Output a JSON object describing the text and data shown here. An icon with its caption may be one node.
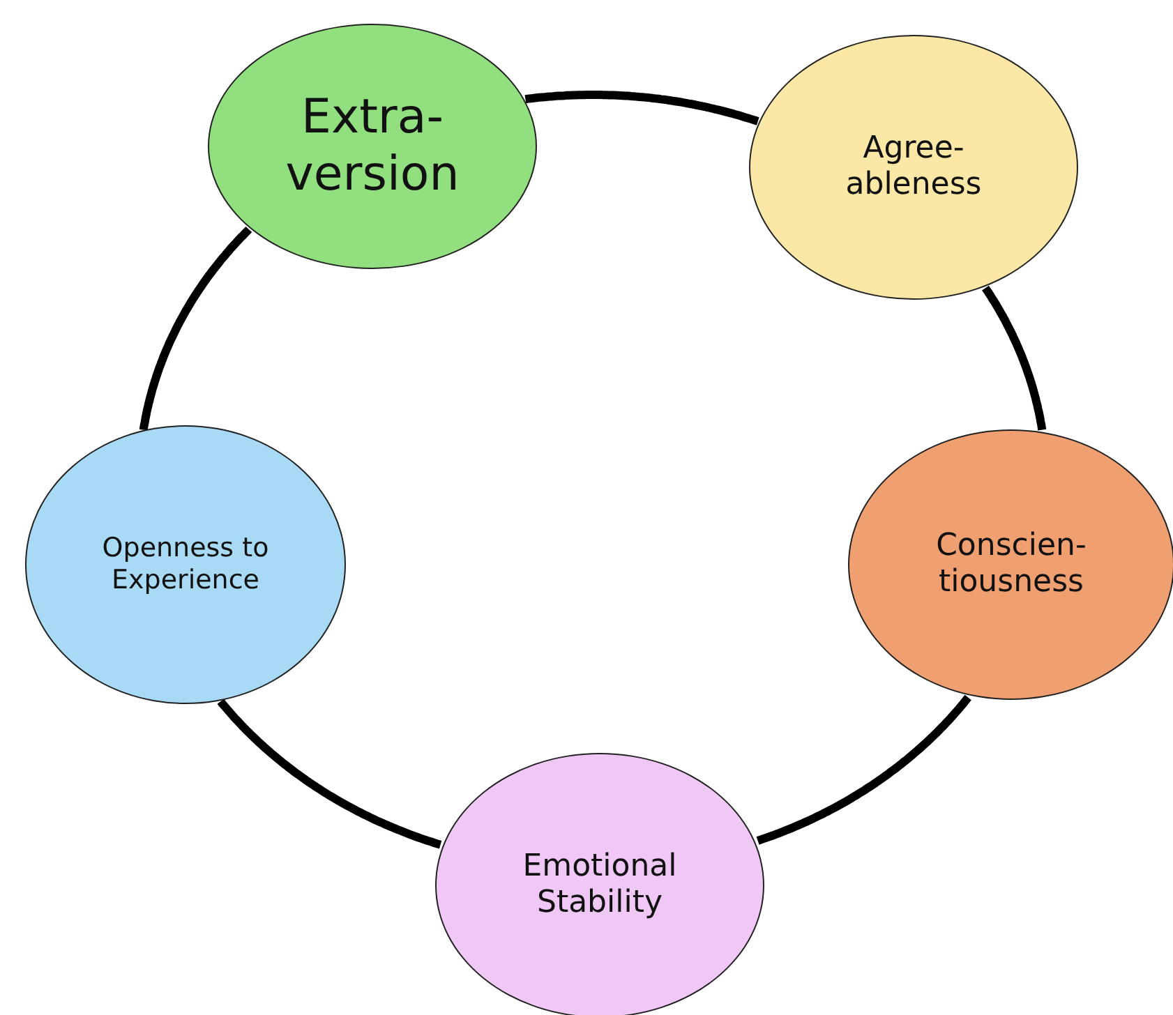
{
  "diagram": {
    "nodes": [
      {
        "text": [
          "Extra- version"
        ]
      },
      {
        "text": [
          "Agree- ableness"
        ]
      },
      {
        "text": [
          "Openness to Experience"
        ]
      },
      {
        "text": [
          "Conscien- tiousness"
        ]
      },
      {
        "text": [
          "Emotional Stability"
        ]
      }
    ],
    "edges": [
      {
        "from": 0,
        "to": 1,
        "arrow": "none"
      },
      {
        "from": 1,
        "to": 3,
        "arrow": "none"
      },
      {
        "from": 3,
        "to": 4,
        "arrow": "none"
      },
      {
        "from": 4,
        "to": 2,
        "arrow": "none"
      },
      {
        "from": 2,
        "to": 0,
        "arrow": "none"
      }
    ]
  }
}
